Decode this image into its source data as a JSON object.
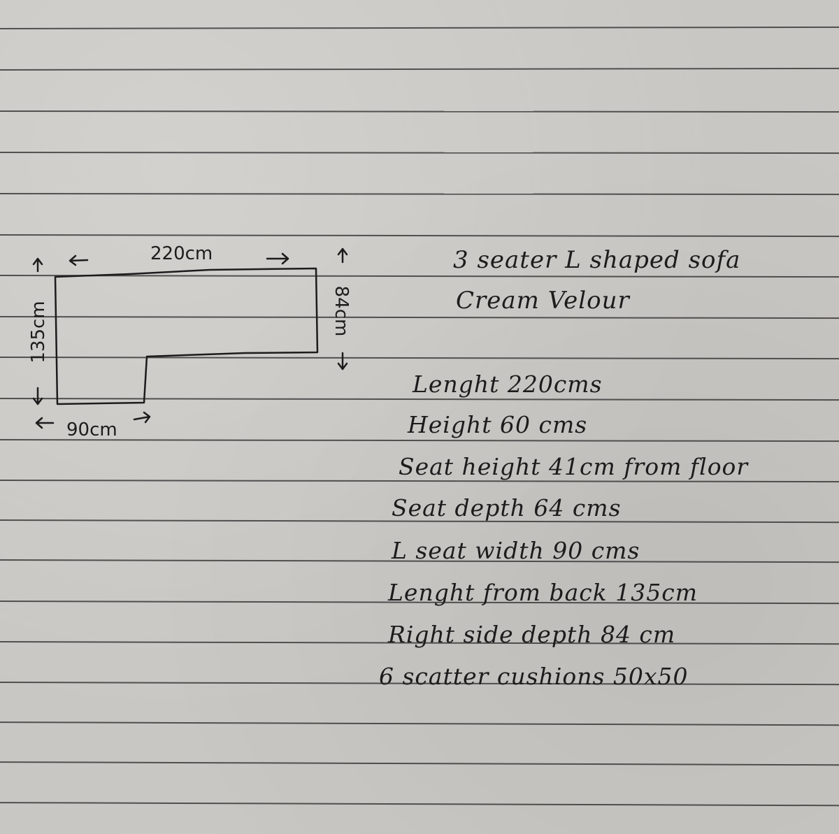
{
  "page": {
    "type": "lined-notebook-paper",
    "paper_color": "#c9c7c3",
    "ink_color": "#1c1c1c",
    "rule_color": "#3a3a3a"
  },
  "sketch": {
    "shape": "L-shaped sofa outline",
    "dimensions": {
      "top": "220cm",
      "left": "135cm",
      "right": "84cm",
      "bottom": "90cm"
    }
  },
  "notes": {
    "title": "3 seater L shaped sofa",
    "subtitle": "Cream Velour",
    "specs": [
      "Lenght  220cms",
      "Height  60 cms",
      "Seat height 41cm from floor",
      "Seat depth 64 cms",
      "L seat width 90 cms",
      "Lenght from back 135cm",
      "Right side depth  84 cm",
      "6 scatter cushions  50x50"
    ]
  }
}
